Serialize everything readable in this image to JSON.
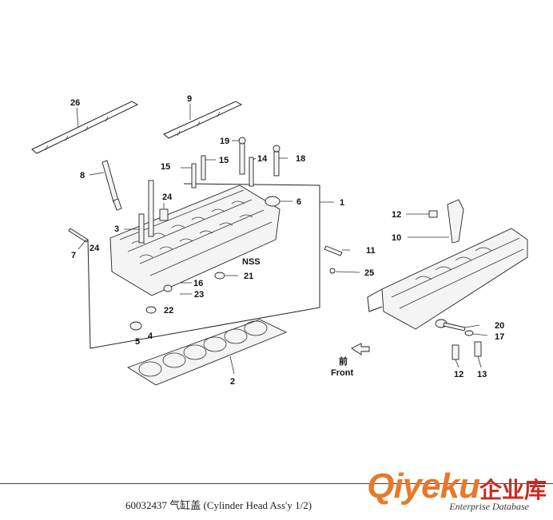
{
  "labels": {
    "p1": "1",
    "p2": "2",
    "p3": "3",
    "p4": "4",
    "p5": "5",
    "p6": "6",
    "p7": "7",
    "p9": "9",
    "p10": "10",
    "p11": "11",
    "p12a": "12",
    "p12b": "12",
    "p13": "13",
    "p14": "14",
    "p15a": "15",
    "p15b": "15",
    "p16": "16",
    "p17": "17",
    "p18": "18",
    "p19": "19",
    "p20": "20",
    "p21": "21",
    "p22": "22",
    "p23": "23",
    "p24a": "24",
    "p24b": "24",
    "p25": "25",
    "p26": "26",
    "p8": "8",
    "nss": "NSS",
    "front_cn": "前",
    "front_en": "Front"
  },
  "caption": "60032437 气缸盖 (Cylinder Head Ass'y 1/2)",
  "watermark": {
    "brand": "Qiyeku",
    "brand_cn": "企业库",
    "sub": "Enterprise Database"
  },
  "colors": {
    "watermark_orange": "#e8782a",
    "watermark_red": "#cc2a20"
  }
}
